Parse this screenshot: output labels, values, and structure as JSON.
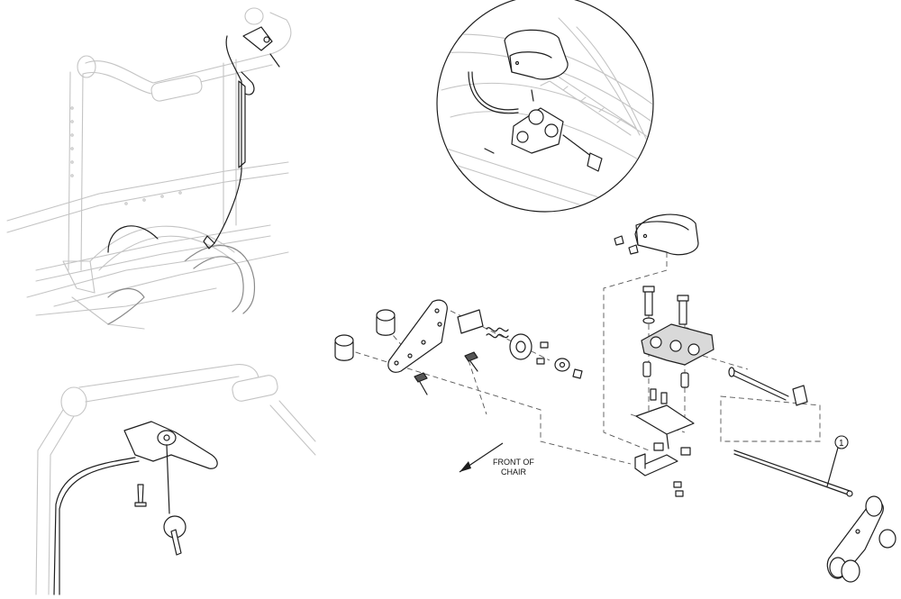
{
  "annotations": {
    "front_of_chair_line1": "FRONT OF",
    "front_of_chair_line2": "CHAIR",
    "callout_number": "1"
  },
  "colors": {
    "line_dark": "#1e1e1e",
    "line_light": "#c4c4c4",
    "part_fill": "#d9d9d9"
  },
  "icons": [
    "arrow-front-of-chair-icon",
    "callout-bubble-icon"
  ]
}
